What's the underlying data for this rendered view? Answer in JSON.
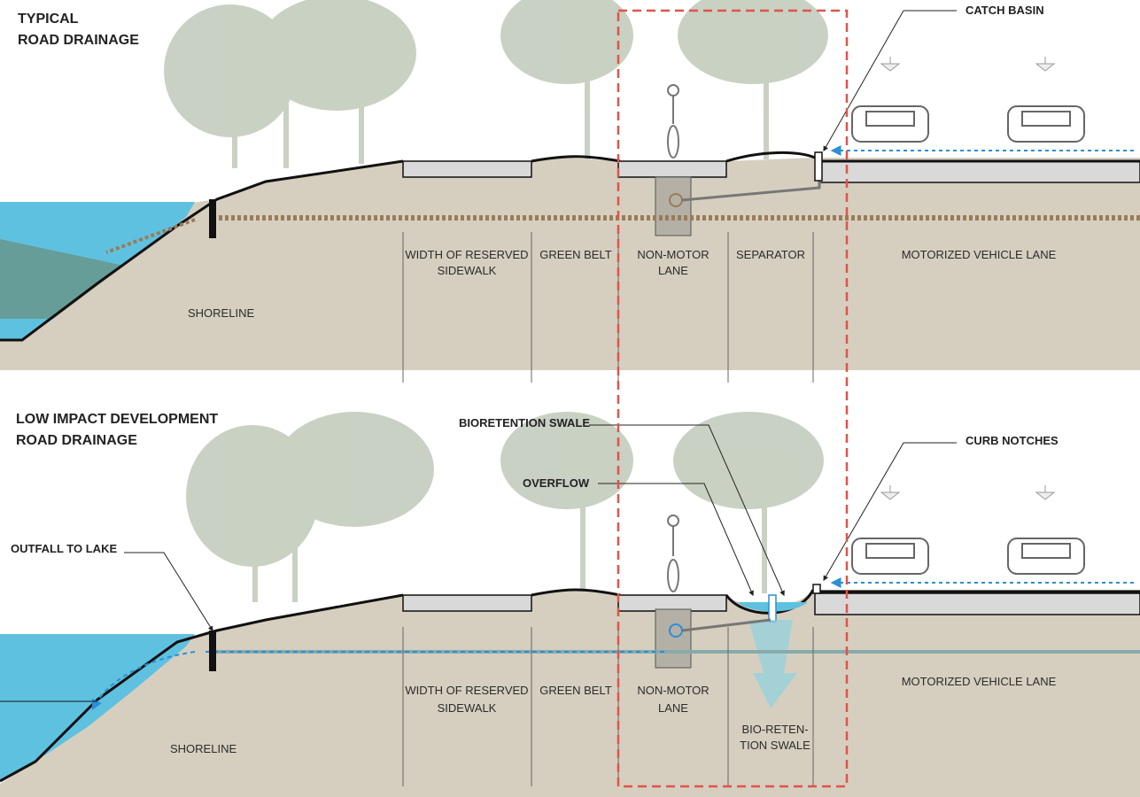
{
  "sections": [
    {
      "title_lines": [
        "TYPICAL",
        "ROAD DRAINAGE"
      ],
      "zone_labels": {
        "shoreline": "SHORELINE",
        "sidewalk": [
          "WIDTH OF RESERVED",
          "SIDEWALK"
        ],
        "green_belt": "GREEN BELT",
        "non_motor": [
          "NON-MOTOR",
          "LANE"
        ],
        "separator": "SEPARATOR",
        "motor": "MOTORIZED VEHICLE LANE"
      },
      "callouts": {
        "catch_basin": "CATCH BASIN"
      }
    },
    {
      "title_lines": [
        "LOW IMPACT DEVELOPMENT",
        "ROAD DRAINAGE"
      ],
      "zone_labels": {
        "shoreline": "SHORELINE",
        "sidewalk": [
          "WIDTH OF RESERVED",
          "SIDEWALK"
        ],
        "green_belt": "GREEN BELT",
        "non_motor": [
          "NON-MOTOR",
          "LANE"
        ],
        "bio_swale": [
          "BIO-RETEN-",
          "TION SWALE"
        ],
        "motor": "MOTORIZED VEHICLE LANE"
      },
      "callouts": {
        "bioretention_swale": "BIORETENTION SWALE",
        "overflow": "OVERFLOW",
        "curb_notches": "CURB NOTCHES",
        "outfall": "OUTFALL TO LAKE"
      }
    }
  ],
  "colors": {
    "ground": "#d6cfbf",
    "water": "#5fc1e0",
    "highlight_box": "#e0534a",
    "flow_arrow": "#3aa7e0",
    "pipe": "#9a7b5a",
    "pavement": "#d9d9d9",
    "trees": "#b7c2b0"
  }
}
